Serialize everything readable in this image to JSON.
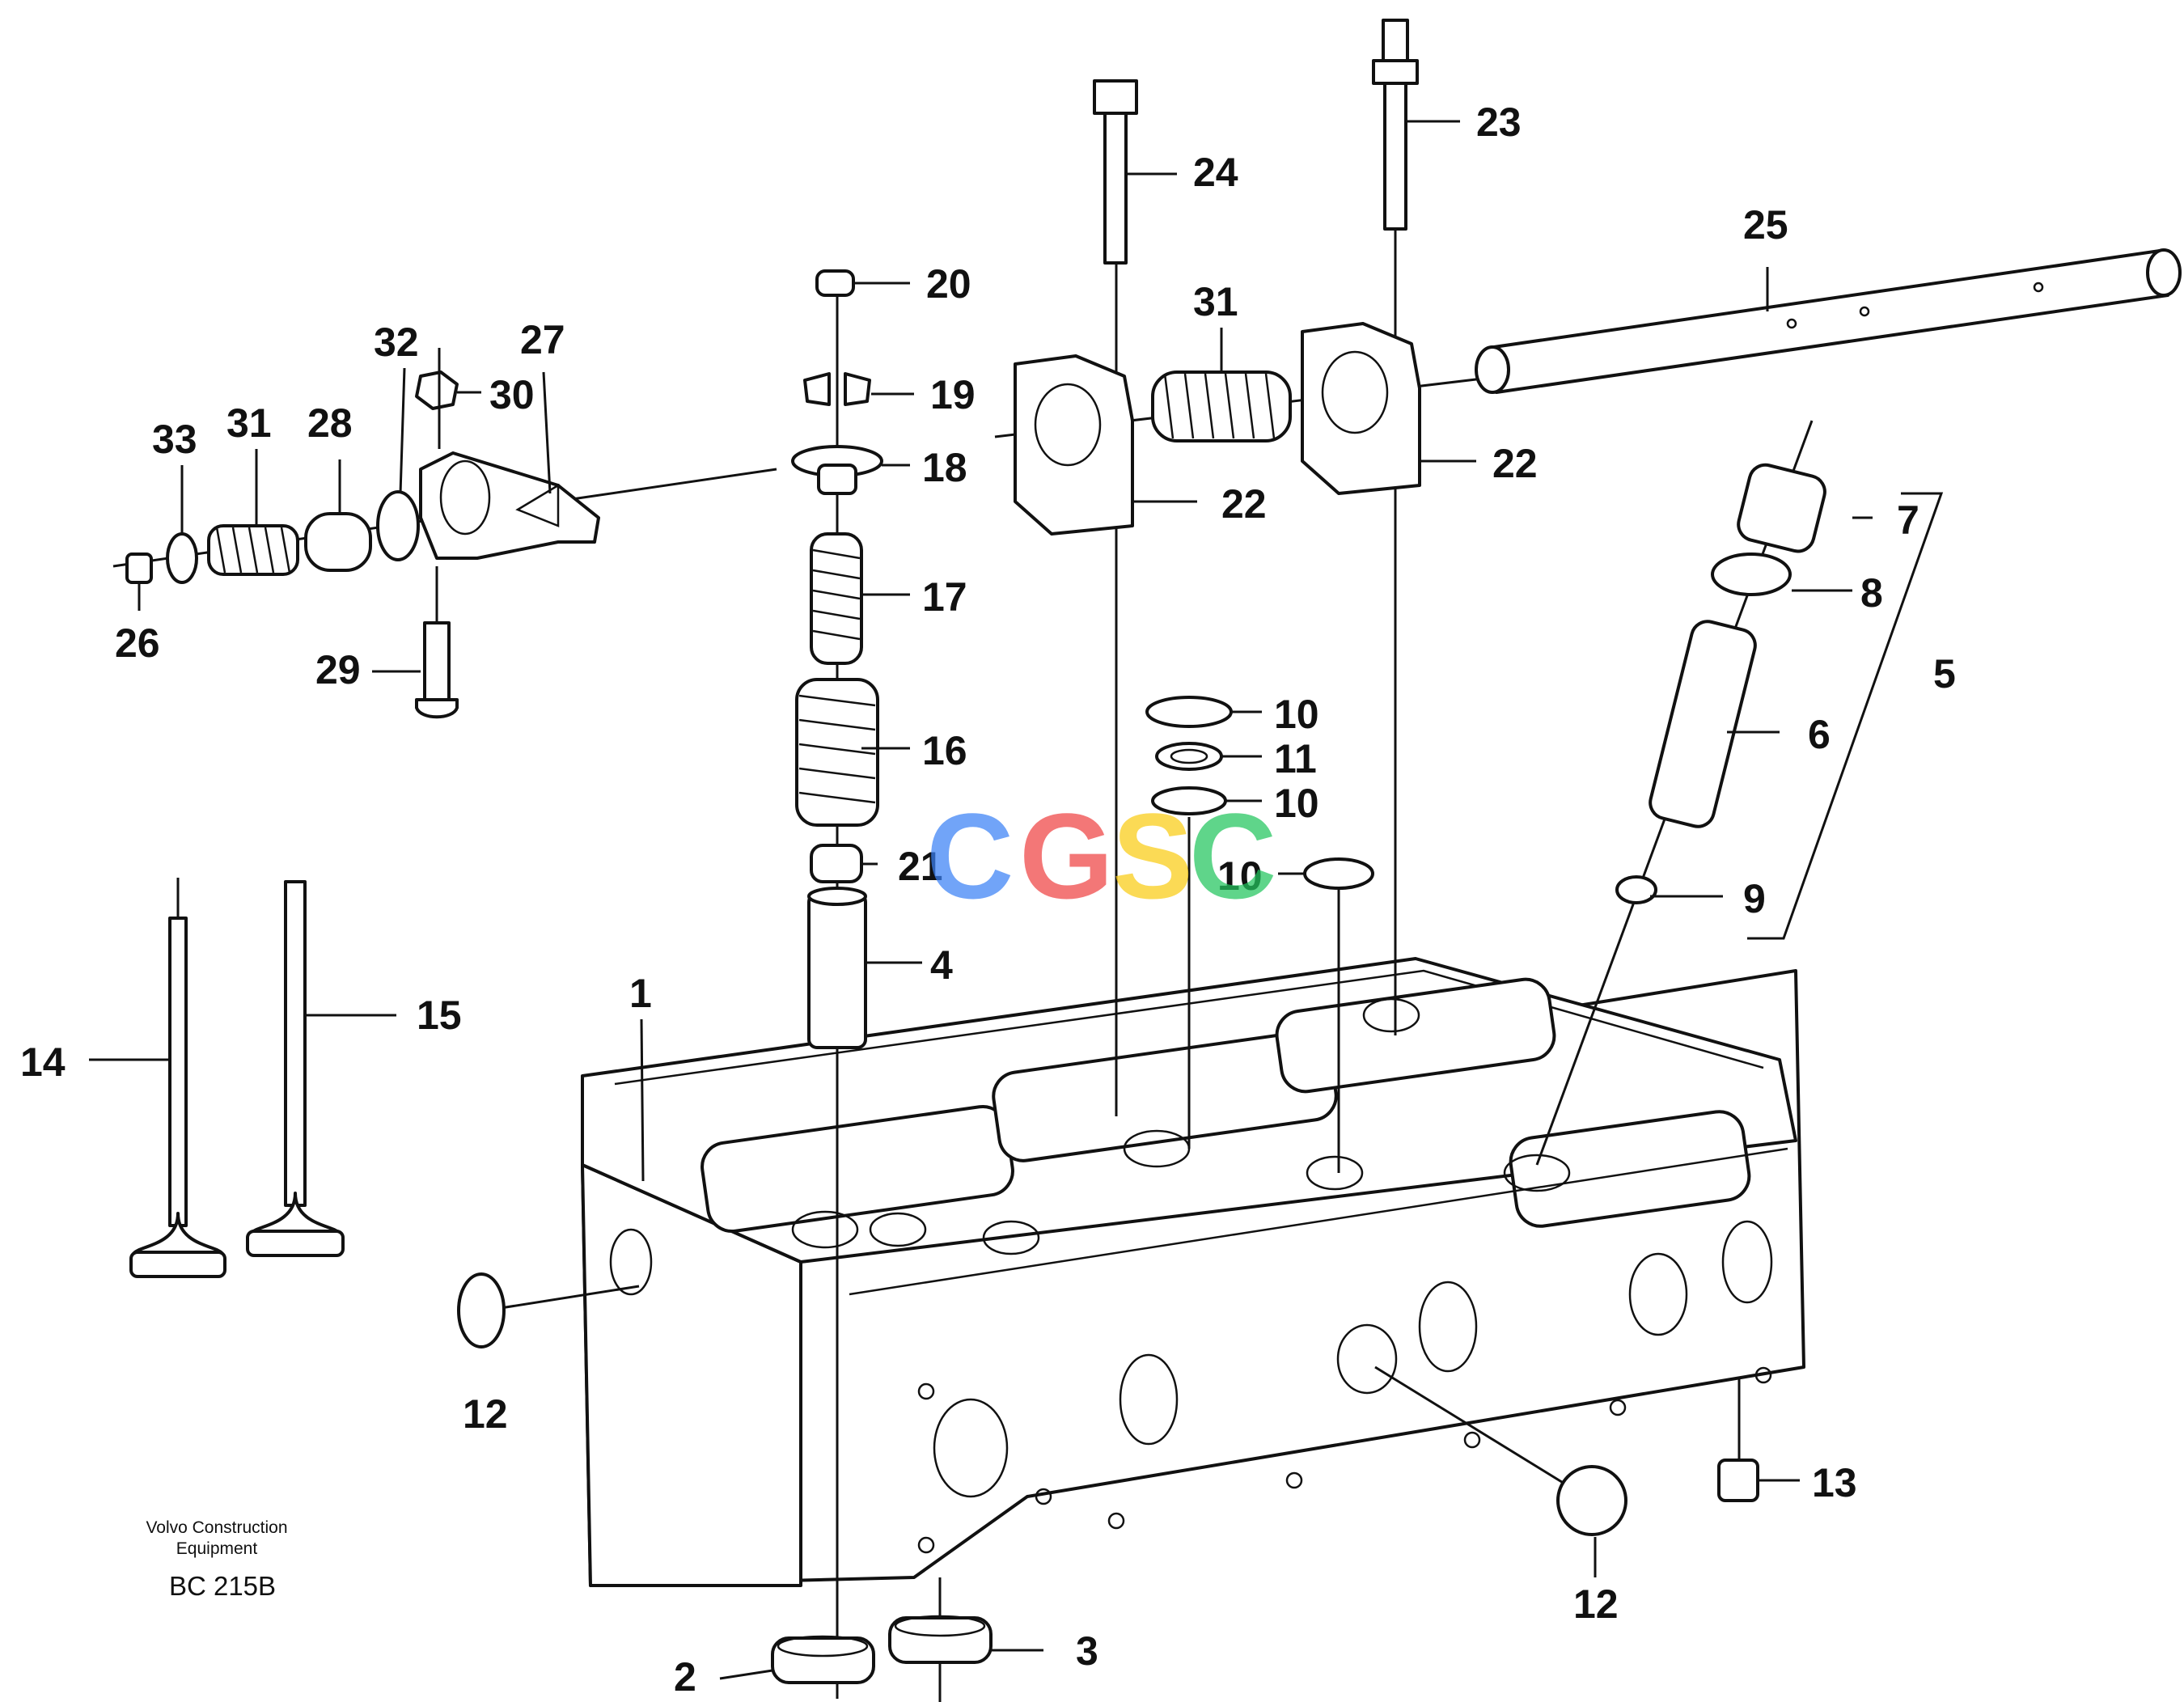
{
  "caption": {
    "line1": "Volvo Construction",
    "line2": "Equipment",
    "code": "BC 215B"
  },
  "watermark": [
    {
      "letter": "C",
      "color": "#3b82f6"
    },
    {
      "letter": "G",
      "color": "#ef4444"
    },
    {
      "letter": "S",
      "color": "#facc15"
    },
    {
      "letter": "C",
      "color": "#22c55e"
    }
  ],
  "labels": {
    "l1": "1",
    "l2": "2",
    "l3": "3",
    "l4": "4",
    "l5": "5",
    "l6": "6",
    "l7": "7",
    "l8": "8",
    "l9": "9",
    "l10a": "10",
    "l10b": "10",
    "l10c": "10",
    "l11": "11",
    "l12a": "12",
    "l12b": "12",
    "l13": "13",
    "l14": "14",
    "l15": "15",
    "l16": "16",
    "l17": "17",
    "l18": "18",
    "l19": "19",
    "l20": "20",
    "l21": "21",
    "l22a": "22",
    "l22b": "22",
    "l23": "23",
    "l24": "24",
    "l25": "25",
    "l26": "26",
    "l27": "27",
    "l28": "28",
    "l29": "29",
    "l30": "30",
    "l31a": "31",
    "l31b": "31",
    "l32": "32",
    "l33": "33"
  }
}
